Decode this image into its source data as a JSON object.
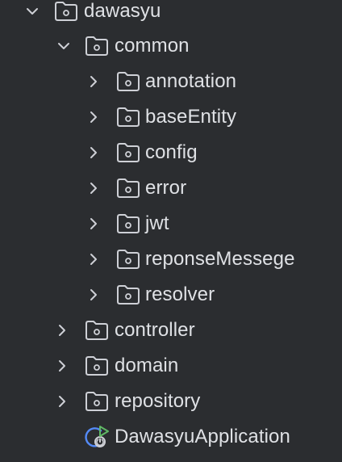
{
  "tree": {
    "root": {
      "label": "dawasyu",
      "expanded": true,
      "icon": "folder-package-icon"
    },
    "common": {
      "label": "common",
      "expanded": true,
      "icon": "folder-package-icon"
    },
    "common_children": [
      {
        "label": "annotation",
        "expanded": false,
        "icon": "folder-package-icon"
      },
      {
        "label": "baseEntity",
        "expanded": false,
        "icon": "folder-package-icon"
      },
      {
        "label": "config",
        "expanded": false,
        "icon": "folder-package-icon"
      },
      {
        "label": "error",
        "expanded": false,
        "icon": "folder-package-icon"
      },
      {
        "label": "jwt",
        "expanded": false,
        "icon": "folder-package-icon"
      },
      {
        "label": "reponseMessege",
        "expanded": false,
        "icon": "folder-package-icon"
      },
      {
        "label": "resolver",
        "expanded": false,
        "icon": "folder-package-icon"
      }
    ],
    "siblings": [
      {
        "label": "controller",
        "expanded": false,
        "icon": "folder-package-icon"
      },
      {
        "label": "domain",
        "expanded": false,
        "icon": "folder-package-icon"
      },
      {
        "label": "repository",
        "expanded": false,
        "icon": "folder-package-icon"
      }
    ],
    "app_file": {
      "label": "DawasyuApplication",
      "icon": "spring-boot-application-icon"
    }
  },
  "colors": {
    "background": "#2b2d30",
    "text": "#dfe1e5",
    "icon_stroke": "#ced0d6",
    "app_icon_blue": "#548af7",
    "app_icon_green": "#5fb865"
  }
}
